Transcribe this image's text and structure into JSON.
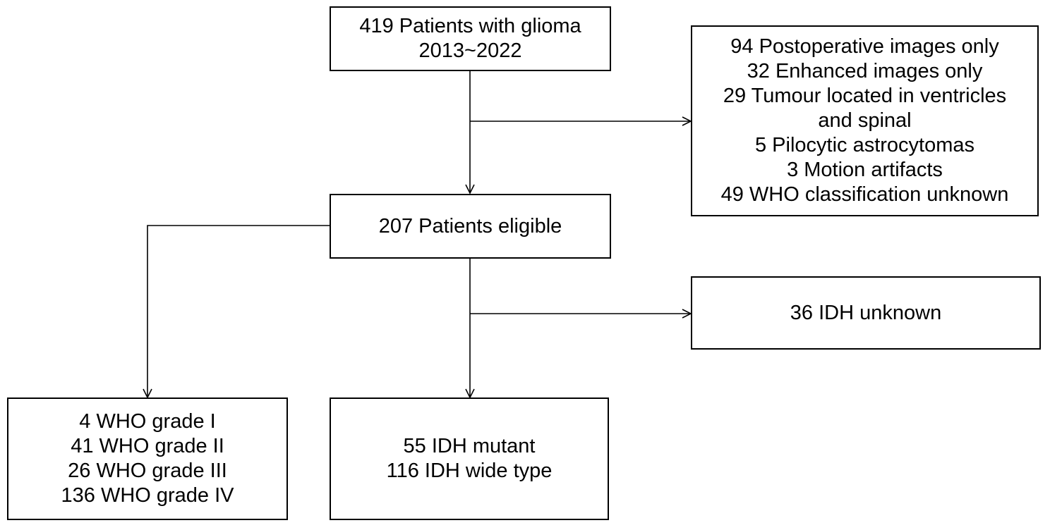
{
  "boxes": {
    "start": {
      "lines": [
        "419 Patients with glioma",
        "2013~2022"
      ]
    },
    "excluded_first": {
      "lines": [
        "94 Postoperative images only",
        "32 Enhanced images only",
        "29 Tumour located in ventricles",
        "and spinal",
        "5 Pilocytic astrocytomas",
        "3 Motion artifacts",
        "49 WHO classification unknown"
      ]
    },
    "eligible": {
      "lines": [
        "207 Patients eligible"
      ]
    },
    "excluded_idh": {
      "lines": [
        "36 IDH unknown"
      ]
    },
    "who_grades": {
      "lines": [
        "4 WHO grade I",
        "41 WHO grade II",
        "26 WHO grade III",
        "136 WHO grade IV"
      ]
    },
    "idh_status": {
      "lines": [
        "55 IDH mutant",
        "116 IDH wide type"
      ]
    }
  }
}
